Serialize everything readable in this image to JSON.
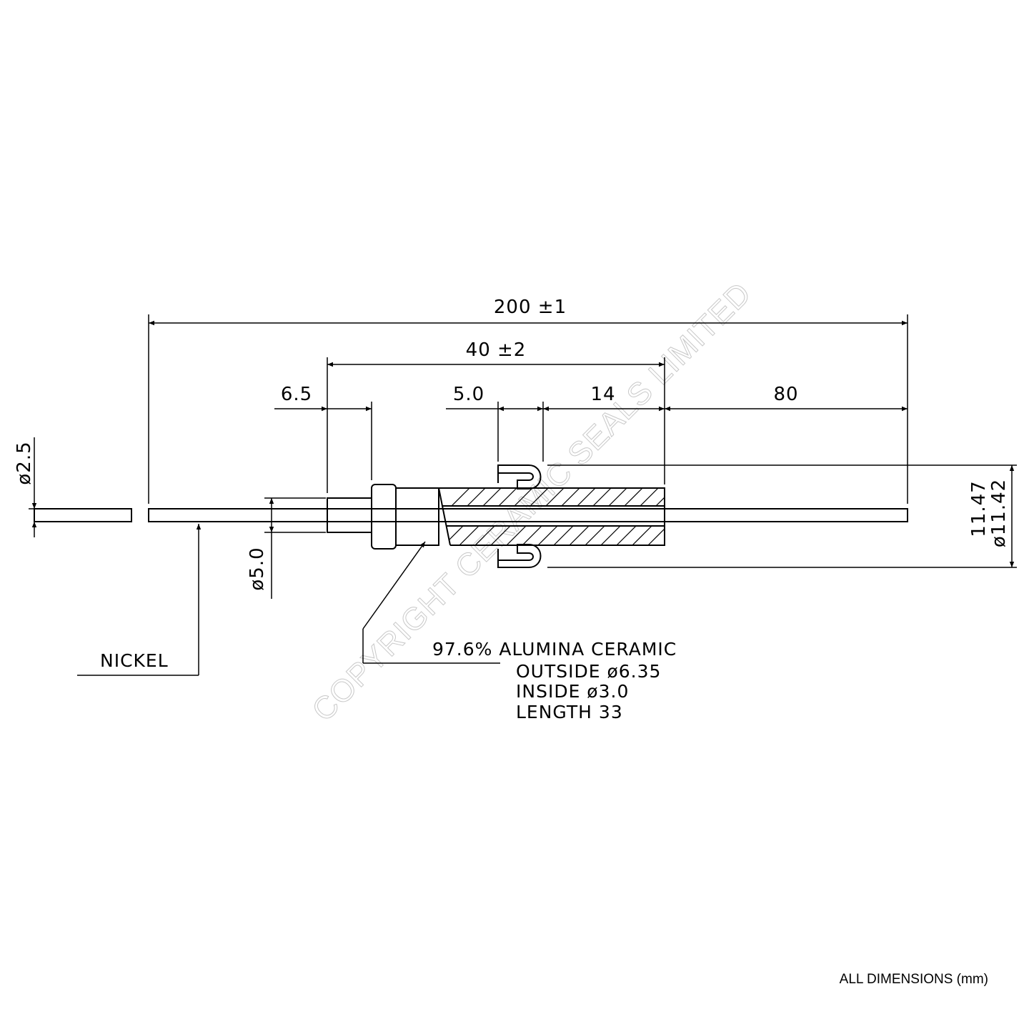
{
  "dimensions": {
    "overall": "200 ±1",
    "body": "40 ±2",
    "collar": "6.5",
    "flange": "5.0",
    "ceramic_exposed": "14",
    "pin_projection": "80",
    "wire_diameter": "ø2.5",
    "collar_diameter": "ø5.0",
    "flange_height": "11.47",
    "flange_diameter": "ø11.42"
  },
  "labels": {
    "material_wire": "NICKEL",
    "ceramic_title": "97.6% ALUMINA CERAMIC",
    "ceramic_outside": "OUTSIDE ø6.35",
    "ceramic_inside": "INSIDE ø3.0",
    "ceramic_length": "LENGTH 33"
  },
  "watermark": "COPYRIGHT CERAMIC SEALS LIMITED",
  "footer": "ALL DIMENSIONS (mm)",
  "colors": {
    "ink": "#000000",
    "watermark": "#c8c8c8",
    "background": "#ffffff"
  }
}
